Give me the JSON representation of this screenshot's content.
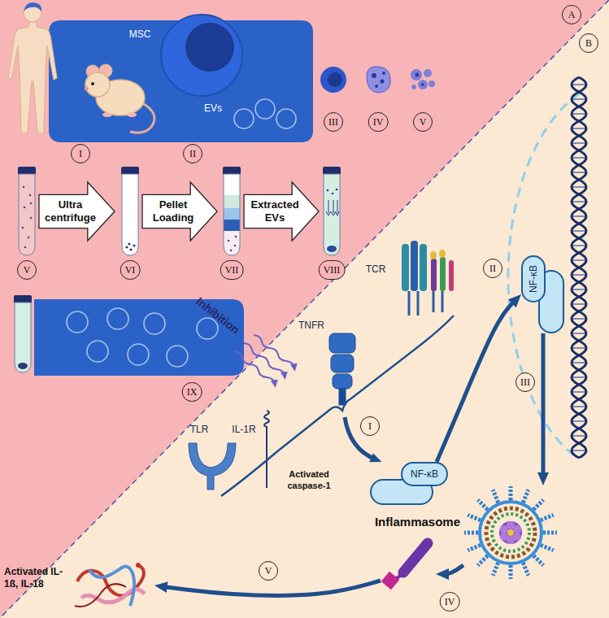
{
  "diagram": {
    "nodes": [
      {
        "text": [
          "Ultra centrifuge"
        ]
      },
      {
        "text": [
          "Pellet Loading"
        ]
      },
      {
        "text": [
          "Extracted EVs"
        ]
      },
      {
        "text": [
          "NF-κB"
        ]
      },
      {
        "text": [
          "NF-κB"
        ]
      },
      {
        "text": [
          "Inflammasome"
        ]
      },
      {
        "text": [
          "Activated caspase-1"
        ]
      },
      {
        "text": [
          "Activated IL-1ß, IL-18"
        ]
      }
    ],
    "edges": [
      {
        "from": 4,
        "to": 3,
        "arrow": "to",
        "label": "II"
      },
      {
        "from": 3,
        "to": 5,
        "arrow": "to",
        "label": "III"
      },
      {
        "from": 5,
        "to": 6,
        "arrow": "to",
        "label": "IV"
      },
      {
        "from": 6,
        "to": 7,
        "arrow": "to",
        "label": "V"
      }
    ],
    "labels": [
      "A",
      "B",
      "I",
      "II",
      "MSC",
      "EVs",
      "III",
      "IV",
      "V",
      "V",
      "VI",
      "VII",
      "VIII",
      "IX",
      "Inhibition",
      "TCR",
      "TNFR",
      "TLR",
      "IL-1R",
      "I"
    ]
  }
}
